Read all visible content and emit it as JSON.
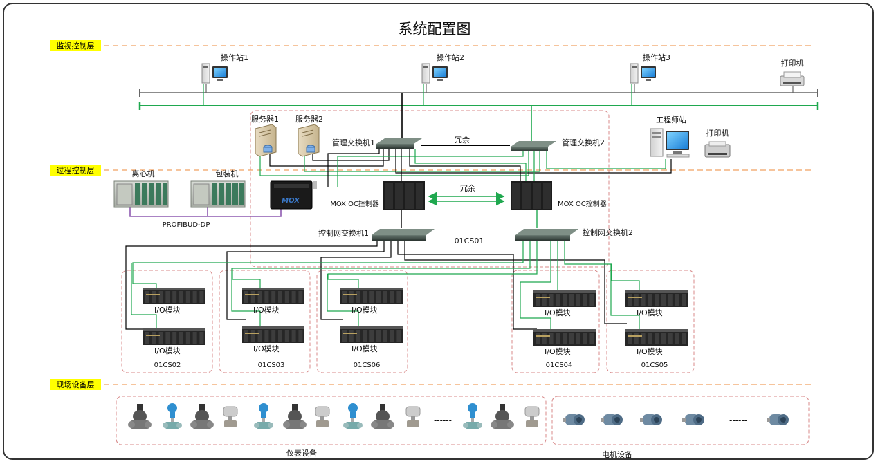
{
  "title": "系统配置图",
  "layers": {
    "monitor": "监视控制层",
    "process": "过程控制层",
    "field": "现场设备层"
  },
  "stations": [
    "操作站1",
    "操作站2",
    "操作站3"
  ],
  "printer_top": "打印机",
  "engineer_station": "工程师站",
  "printer_right": "打印机",
  "servers": [
    "服务器1",
    "服务器2"
  ],
  "mgmt_switches": [
    "管理交换机1",
    "管理交换机2"
  ],
  "redundant_top": "冗余",
  "redundant_mid": "冗余",
  "controller_labels": [
    "MOX OC控制器",
    "MOX OC控制器"
  ],
  "centrifuge": "离心机",
  "packer": "包装机",
  "profibus": "PROFIBUD-DP",
  "ctrl_switches": [
    "控制网交换机1",
    "控制网交换机2"
  ],
  "cs01": "01CS01",
  "io_module": "I/O模块",
  "cabinets": [
    "01CS02",
    "01CS03",
    "01CS06",
    "01CS04",
    "01CS05"
  ],
  "instruments_label": "仪表设备",
  "motors_label": "电机设备",
  "ellipsis": "------",
  "colors": {
    "green": "#1fa84f",
    "layer_badge": "#ffff00",
    "dash": "#f0a060",
    "box_dash": "#d88a8a"
  }
}
